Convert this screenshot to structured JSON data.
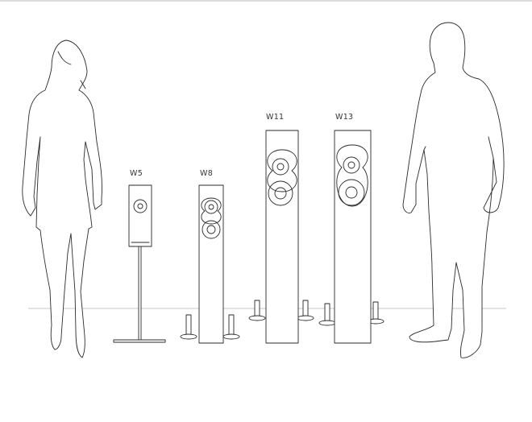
{
  "labels": {
    "w5": "W5",
    "w8": "W8",
    "w11": "W11",
    "w13": "W13"
  },
  "colors": {
    "line": "#2a2a2a",
    "floor": "#b5b5b5",
    "background": "#ffffff"
  }
}
